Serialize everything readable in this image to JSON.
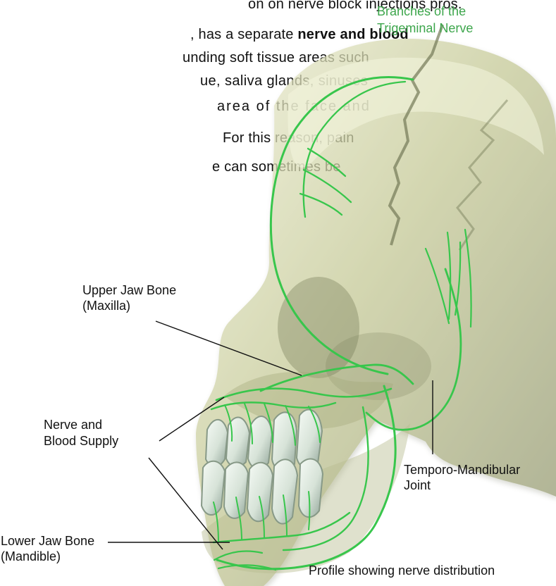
{
  "paragraph": {
    "top_cut": "on on nerve block injections pros.",
    "line1_before": ", has a separate ",
    "line1_bold": "nerve and blood",
    "line2": "unding soft tissue areas such",
    "line3": "ue, saliva glands, sinuses",
    "line4": "area of the face and",
    "line5": "For this reason, pain",
    "line6": "e can sometimes be"
  },
  "labels": {
    "trigeminal": "Branches of the\nTrigeminal Nerve",
    "upper_jaw_1": "Upper Jaw Bone",
    "upper_jaw_2": "(Maxilla)",
    "nerve_blood_1": "Nerve and",
    "nerve_blood_2": "Blood Supply",
    "tmj_1": "Temporo-Mandibular",
    "tmj_2": "Joint",
    "lower_jaw_1": "Lower Jaw Bone",
    "lower_jaw_2": "(Mandible)",
    "profile": "Profile showing nerve distribution"
  },
  "colors": {
    "nerve": "#38c64c",
    "skull": "#c6c79a",
    "skull_shadow": "#8c916c",
    "teeth": "#d8e2d8",
    "label_green": "#3da64c"
  }
}
